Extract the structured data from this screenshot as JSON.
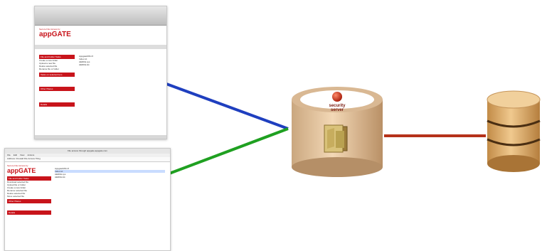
{
  "top_window": {
    "app_label": "Secure File Access by",
    "logo": "appGATE",
    "menu_items": [
      "File and Folder Tasks",
      "Create a new folder",
      "Upload a new file",
      "Delete selected file",
      "Rename file or folder"
    ],
    "sections": [
      "Tasks on selected item",
      "Other Places",
      "Details"
    ],
    "files": [
      "AppgateMSI.rtf",
      "Index.txt",
      "AEDFE.sys",
      "AEDFE.lnk"
    ]
  },
  "bottom_window": {
    "title": "File access through appgate.appgate.com",
    "menu": [
      "File",
      "Edit",
      "View",
      "Actions"
    ],
    "address": "Address: Firewall File Access Tiling",
    "app_label": "Secure File Access by",
    "logo": "appGATE",
    "panel_items": [
      "File and Folder Tasks",
      "Download selected file",
      "Upload file or folder",
      "Create a new folder",
      "Rename selected file",
      "Delete selected file",
      "Move selected file"
    ],
    "sections": [
      "Other Places",
      "Details"
    ],
    "files": [
      "AppgateMSI.rtf",
      "Index.txt",
      "AEDFE.sys",
      "AEDFE.lnk"
    ]
  },
  "server": {
    "label_line1": "security",
    "label_line2": "server"
  },
  "colors": {
    "blue_link": "#1f3fbf",
    "green_link": "#1fa021",
    "red_link": "#b5321a",
    "server_body": "#e9c69e",
    "db_body": "#dfa866"
  },
  "icons": [
    "folder-icon",
    "appgate-logo-icon",
    "database-icon"
  ]
}
